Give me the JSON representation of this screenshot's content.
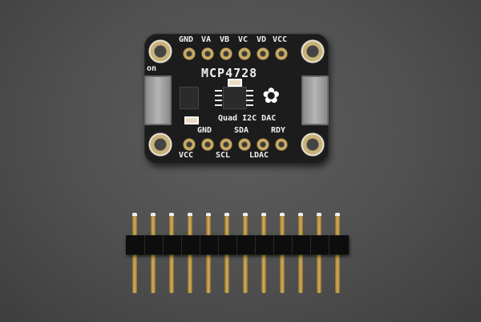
{
  "image": {
    "description": "Product photo of an Adafruit MCP4728 Quad I2C DAC breakout board with a loose 12-pin male header strip on a dark grey textured surface",
    "background_color": "#555555"
  },
  "board": {
    "title": "MCP4728",
    "subtitle": "Quad I2C DAC",
    "power_label": "on",
    "top_pins": [
      "GND",
      "VA",
      "VB",
      "VC",
      "VD",
      "VCC"
    ],
    "bottom_pins_upper_labels": [
      "GND",
      "SDA",
      "RDY"
    ],
    "bottom_pins_lower_labels": [
      "VCC",
      "SCL",
      "LDAC"
    ],
    "pcb_color": "#1c1c1c",
    "logo": "adafruit-flower"
  },
  "header": {
    "pin_count": 12,
    "pin_color": "#c9a552",
    "strip_color": "#0d0d0d"
  }
}
